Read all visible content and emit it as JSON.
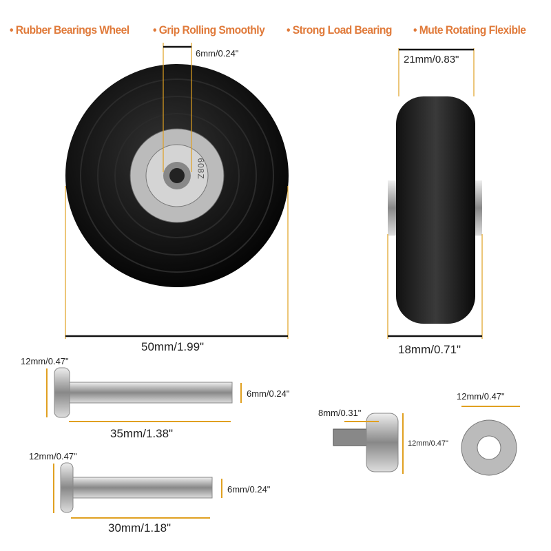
{
  "features": [
    "Rubber Bearings Wheel",
    "Grip Rolling Smoothly",
    "Strong Load Bearing",
    "Mute Rotating Flexible"
  ],
  "accent_color": "#e07a3a",
  "bearing_marking": "608Z",
  "dimensions": {
    "axle_hole": "6mm/0.24\"",
    "wheel_width_top": "21mm/0.83\"",
    "wheel_diameter": "50mm/1.99\"",
    "wheel_width_bottom": "18mm/0.71\"",
    "axle1_head": "12mm/0.47\"",
    "axle1_dia": "6mm/0.24\"",
    "axle1_length": "35mm/1.38\"",
    "axle2_head": "12mm/0.47\"",
    "axle2_dia": "6mm/0.24\"",
    "axle2_length": "30mm/1.18\"",
    "screw_length": "8mm/0.31\"",
    "screw_head": "12mm/0.47\"",
    "washer_dia": "12mm/0.47\""
  }
}
